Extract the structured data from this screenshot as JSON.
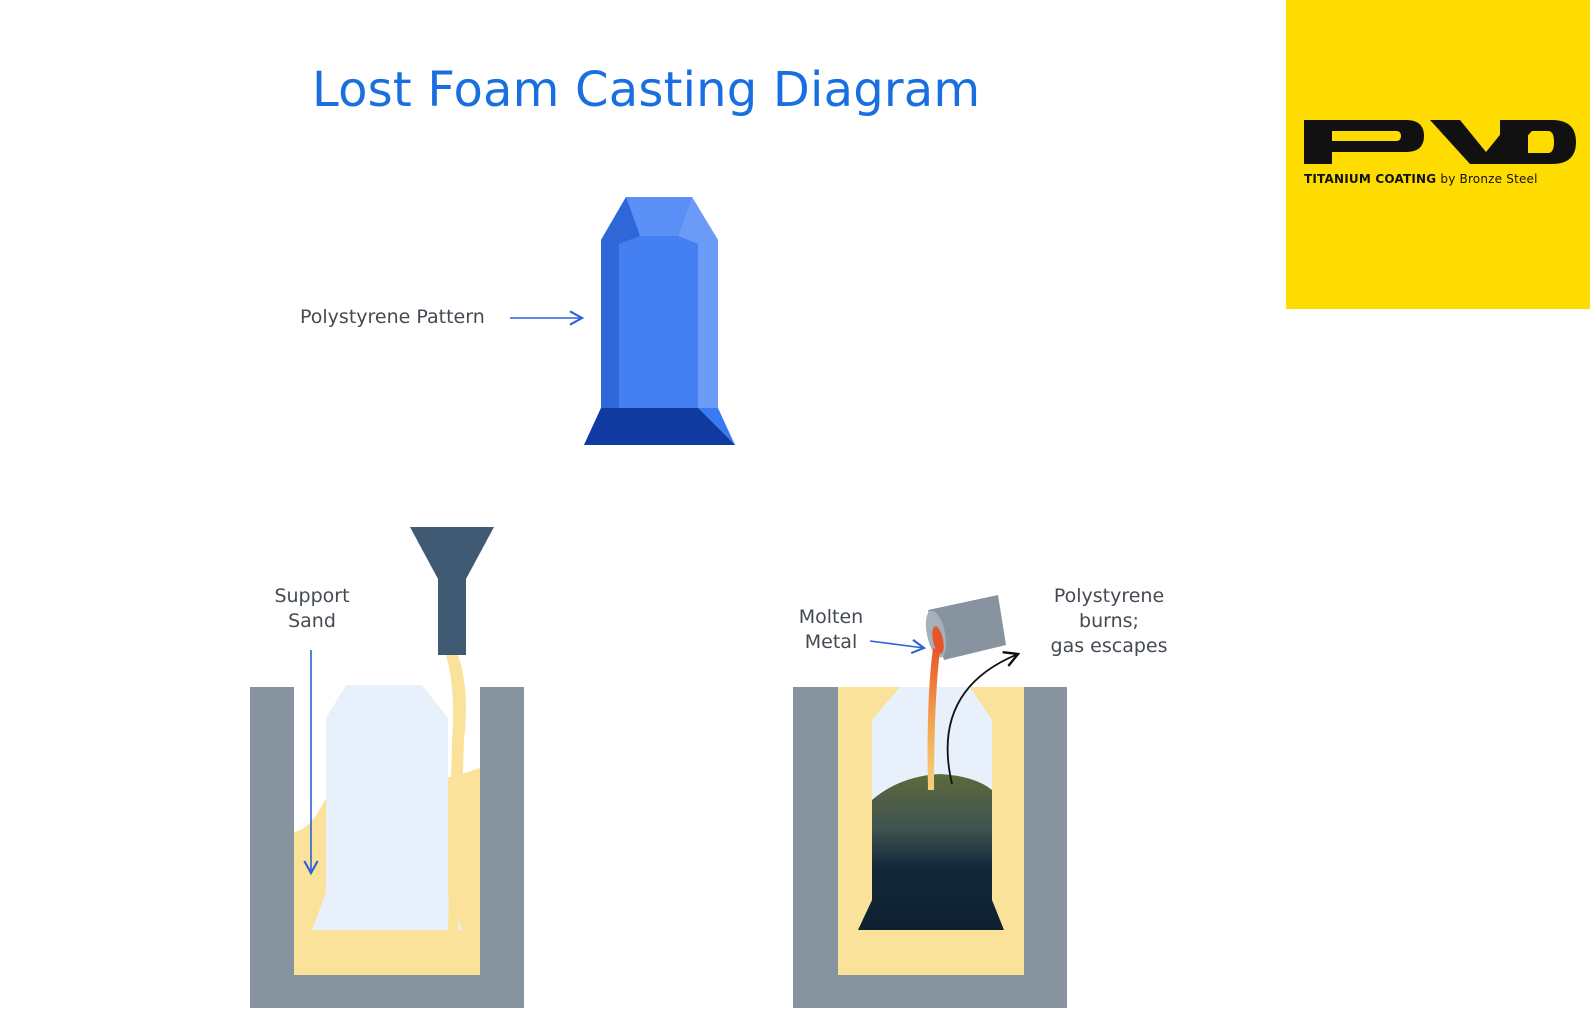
{
  "title": "Lost Foam Casting Diagram",
  "logo": {
    "wordmark": "PVD",
    "tagline_bold": "TITANIUM COATING",
    "tagline_rest": " by Bronze Steel",
    "background_color": "#ffdc00"
  },
  "labels": {
    "pattern": "Polystyrene Pattern",
    "support_sand_line1": "Support",
    "support_sand_line2": "Sand",
    "molten_metal_line1": "Molten",
    "molten_metal_line2": "Metal",
    "burns_line1": "Polystyrene",
    "burns_line2": "burns;",
    "burns_line3": "gas escapes"
  },
  "colors": {
    "title": "#1a6fe0",
    "pattern_blue": "#3a7af0",
    "flask_gray": "#8794a0",
    "sand": "#fbe29a",
    "foam": "#e8f0fb",
    "metal_dark": "#0f2334",
    "arrow_blue": "#2a62d8"
  }
}
